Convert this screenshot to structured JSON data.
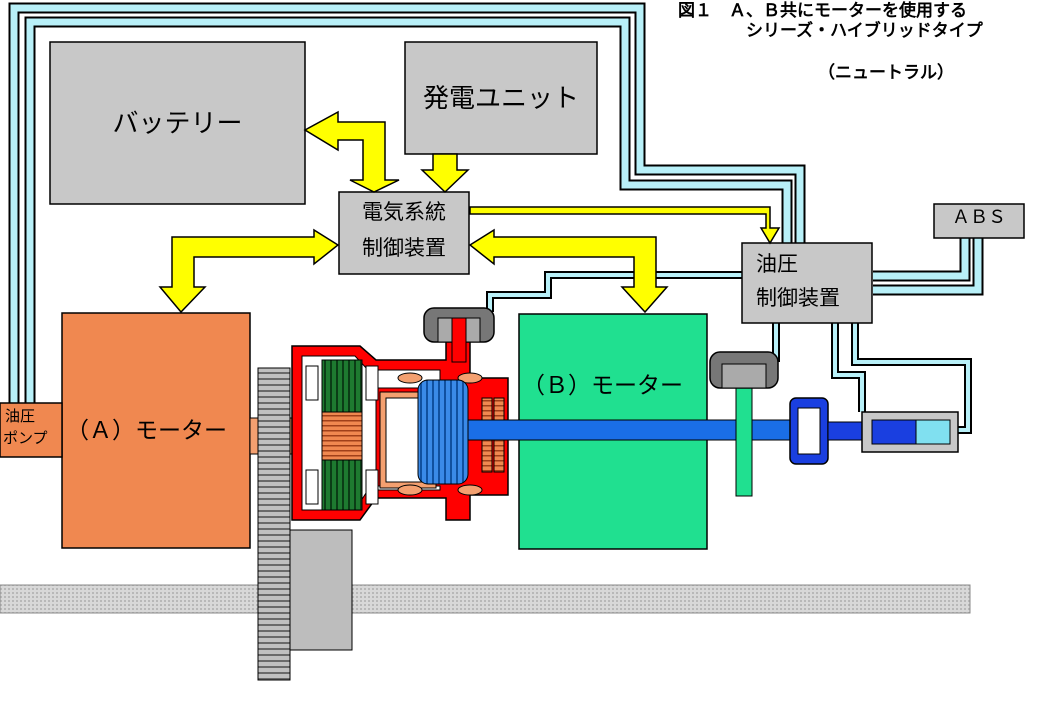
{
  "title": {
    "line1": "図１　Ａ、Ｂ共にモーターを使用する",
    "line2": "シリーズ・ハイブリッドタイプ",
    "line3": "（ニュートラル）"
  },
  "labels": {
    "battery": "バッテリー",
    "generator": "発電ユニット",
    "elec_ctrl_1": "電気系統",
    "elec_ctrl_2": "制御装置",
    "abs": "ＡＢＳ",
    "hyd_ctrl_1": "油圧",
    "hyd_ctrl_2": "制御装置",
    "oil_pump_1": "油圧",
    "oil_pump_2": "ポンプ",
    "motor_a": "（Ａ）モーター",
    "motor_b": "（Ｂ）モーター"
  },
  "colors": {
    "box_gray": "#c8c8c8",
    "motor_a": "#f08850",
    "motor_b": "#20e090",
    "arrow_yellow": "#ffff00",
    "red": "#ff0000",
    "blue_shaft": "#1a6ee6",
    "hydraulic_line": "#b8f0f8",
    "dark_green": "#1e7a30"
  }
}
